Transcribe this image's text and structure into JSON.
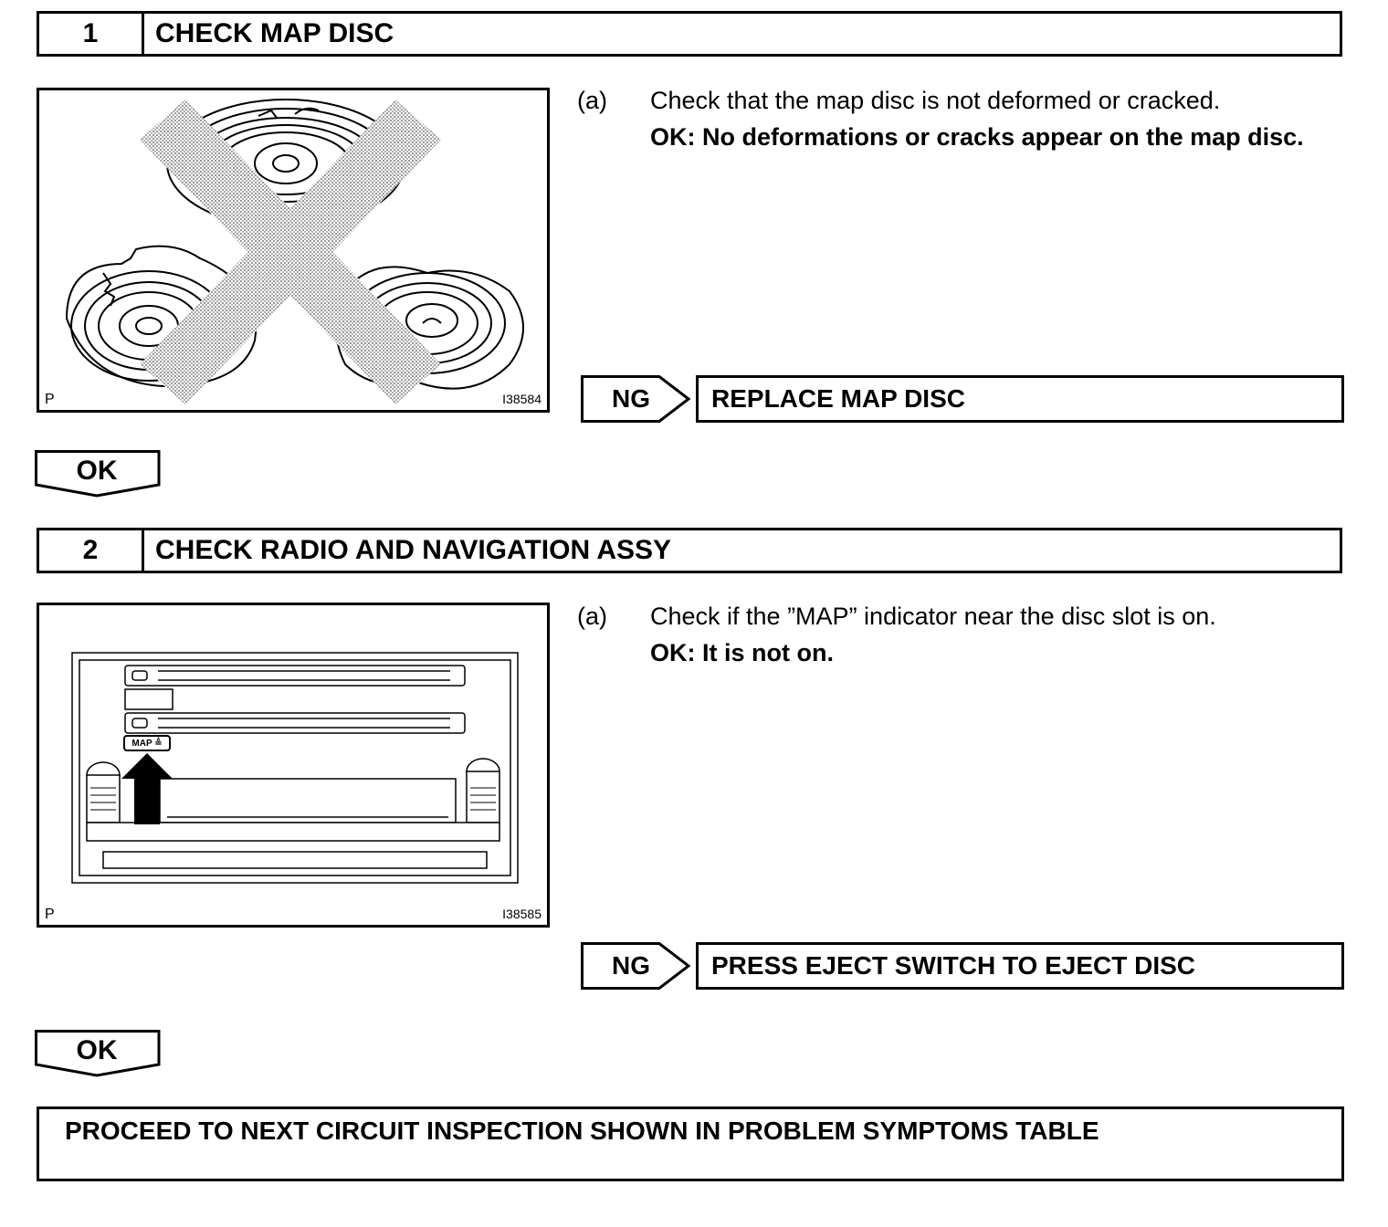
{
  "steps": [
    {
      "number": "1",
      "title": "CHECK MAP DISC",
      "figure": {
        "corner_label": "P",
        "figure_id": "I38584"
      },
      "instruction": {
        "label": "(a)",
        "text": "Check that the map disc is not deformed or cracked.",
        "ok_text": "OK: No deformations or cracks appear on the map disc."
      },
      "ng_label": "NG",
      "ng_action": "REPLACE MAP DISC",
      "ok_label": "OK"
    },
    {
      "number": "2",
      "title": "CHECK RADIO AND NAVIGATION ASSY",
      "figure": {
        "corner_label": "P",
        "figure_id": "I38585",
        "button_label": "MAP ≜"
      },
      "instruction": {
        "label": "(a)",
        "text": "Check if the ”MAP” indicator near the disc slot is on.",
        "ok_text": "OK: It is not on."
      },
      "ng_label": "NG",
      "ng_action": "PRESS EJECT SWITCH TO EJECT DISC",
      "ok_label": "OK"
    }
  ],
  "final_action": "PROCEED TO NEXT CIRCUIT INSPECTION SHOWN IN PROBLEM SYMPTOMS TABLE",
  "colors": {
    "ink": "#000000",
    "paper": "#ffffff",
    "hatch": "#8a8a8a"
  }
}
